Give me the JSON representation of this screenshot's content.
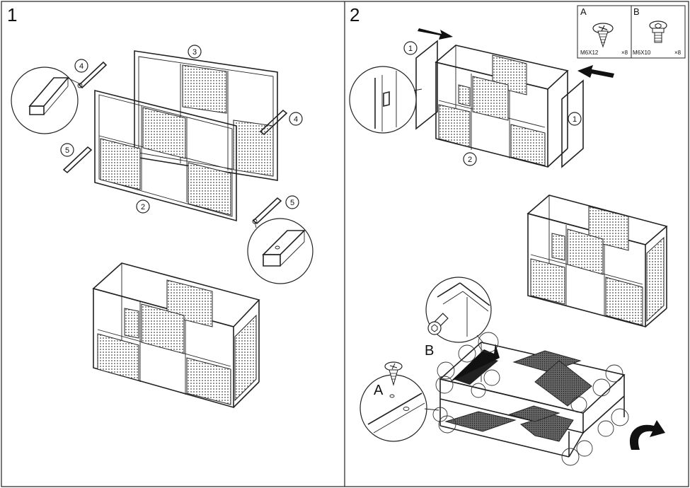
{
  "steps": [
    {
      "label": "1"
    },
    {
      "label": "2"
    }
  ],
  "part_callouts": {
    "side_panel": "1",
    "front_frame": "2",
    "back_frame": "3",
    "top_rail": "4",
    "bottom_rail": "5"
  },
  "hardware": [
    {
      "letter": "A",
      "code": "M6X12",
      "qty": "×8",
      "icon": "phillips-pan-screw-icon"
    },
    {
      "letter": "B",
      "code": "M6X10",
      "qty": "×8",
      "icon": "hex-socket-screw-icon"
    }
  ],
  "detail_labels": {
    "a": "A",
    "b": "B"
  },
  "icons": [
    "push-arrow-icon",
    "rotate-arrow-icon",
    "magnifier-callout-icon"
  ],
  "colors": {
    "line": "#222222",
    "mesh": "#555555",
    "arrow": "#111111"
  }
}
